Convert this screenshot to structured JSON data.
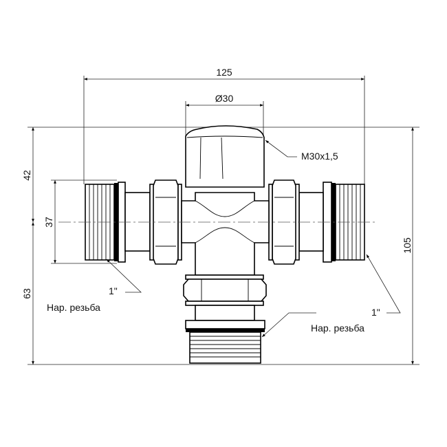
{
  "dimensions": {
    "overall_width": "125",
    "cap_diameter": "Ø30",
    "top_height": "42",
    "thread_height": "37",
    "bottom_height": "63",
    "total_height": "105"
  },
  "callouts": {
    "cap_thread": "M30x1,5",
    "left_size": "1\"",
    "left_thread": "Нар. резьба",
    "right_size": "1\"",
    "right_thread": "Нар. резьба"
  }
}
